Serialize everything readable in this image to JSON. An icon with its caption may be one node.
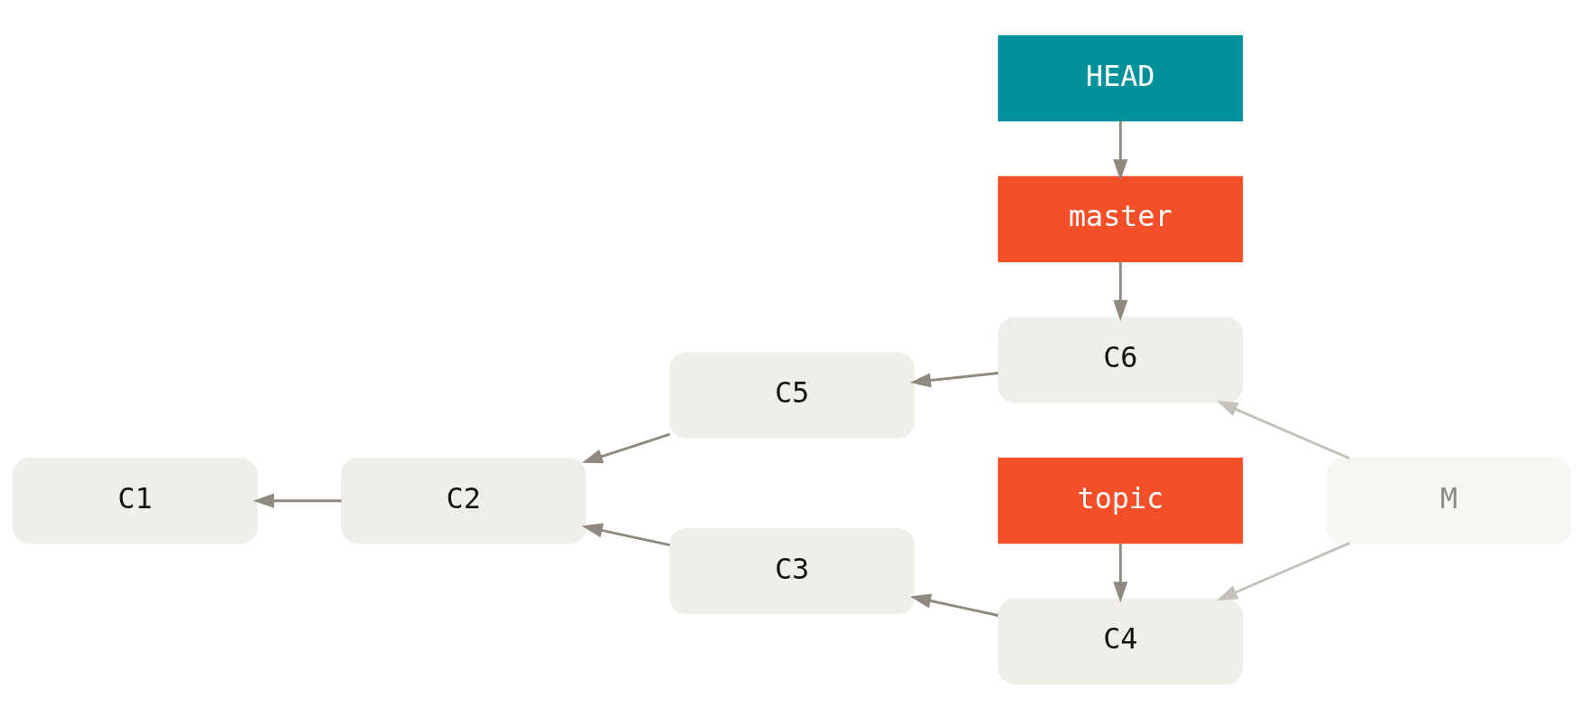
{
  "diagram": {
    "nodes": [
      {
        "text": [
          "HEAD"
        ]
      },
      {
        "text": [
          "master"
        ]
      },
      {
        "text": [
          "C1"
        ]
      },
      {
        "text": [
          "C2"
        ]
      },
      {
        "text": [
          "C5"
        ]
      },
      {
        "text": [
          "C6"
        ]
      },
      {
        "text": [
          "M"
        ]
      },
      {
        "text": [
          "C3"
        ]
      },
      {
        "text": [
          "C4"
        ]
      },
      {
        "text": [
          "topic"
        ]
      }
    ],
    "edges": [
      {
        "from": 0,
        "to": 1,
        "arrow": "to"
      },
      {
        "from": 1,
        "to": 5,
        "arrow": "to"
      },
      {
        "from": 3,
        "to": 2,
        "arrow": "to"
      },
      {
        "from": 4,
        "to": 3,
        "arrow": "to"
      },
      {
        "from": 5,
        "to": 4,
        "arrow": "to"
      },
      {
        "from": 6,
        "to": 5,
        "arrow": "to",
        "color": "#c4c1bb"
      },
      {
        "from": 7,
        "to": 3,
        "arrow": "to"
      },
      {
        "from": 6,
        "to": 8,
        "arrow": "to",
        "color": "#c4c1bb"
      },
      {
        "from": 8,
        "to": 7,
        "arrow": "to"
      },
      {
        "from": 9,
        "to": 8,
        "arrow": "to"
      }
    ]
  }
}
